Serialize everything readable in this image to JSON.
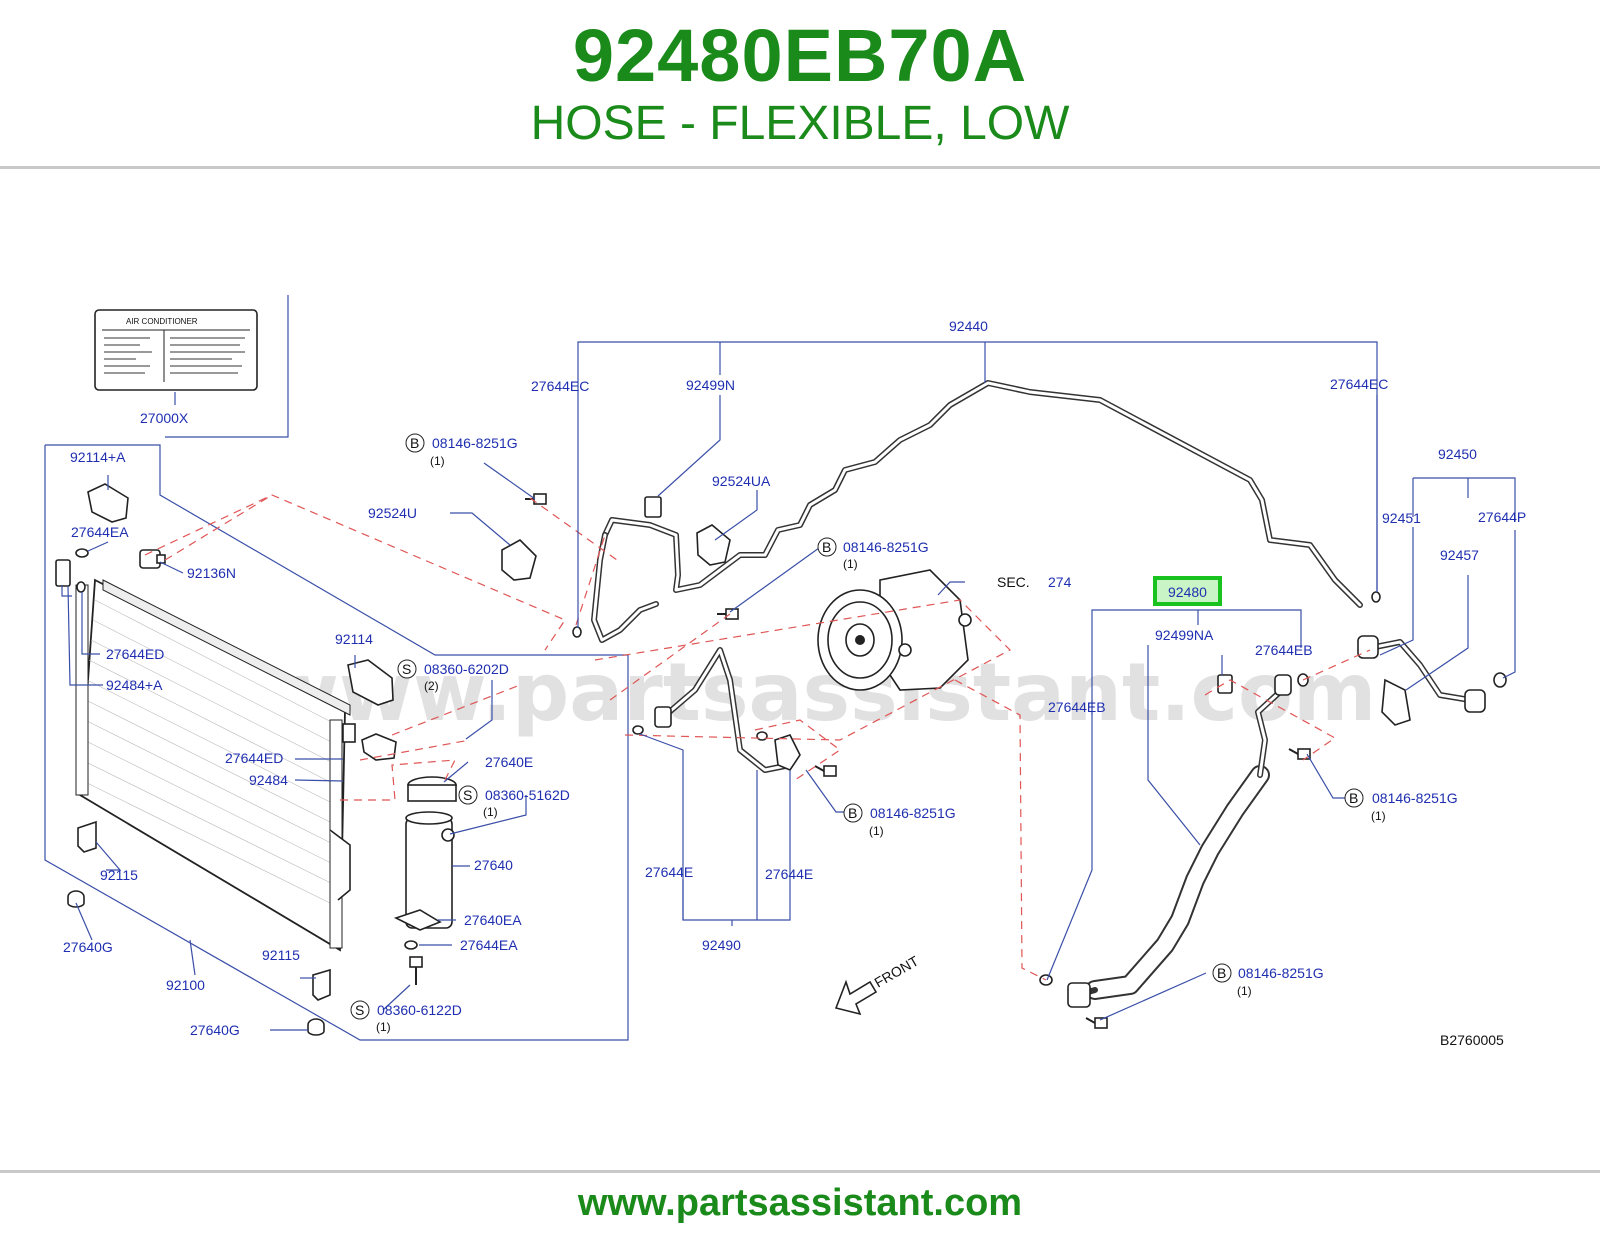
{
  "header": {
    "part_number": "92480EB70A",
    "description": "HOSE - FLEXIBLE, LOW"
  },
  "colors": {
    "title_green": "#1a8a1a",
    "label_blue": "#1f2fb0",
    "leader_red": "#e05555",
    "highlight_green": "#19c21f"
  },
  "watermark": "www.partsassistant.com",
  "diagram": {
    "figure_code": "B2760005",
    "front_label": "FRONT",
    "label_sticker": {
      "title": "AIR    CONDITIONER",
      "part": "27000X"
    },
    "sec_prefix": "SEC.",
    "sec_number": "274",
    "highlight_part": "92480",
    "bolt_b": "B",
    "bolt_s": "S",
    "labels": {
      "p92440": "92440",
      "p27644EC_l": "27644EC",
      "p92499N": "92499N",
      "p27644EC_r": "27644EC",
      "p08146_1": "08146-8251G",
      "p92524UA": "92524UA",
      "p92524U": "92524U",
      "p08146_2": "08146-8251G",
      "p92450": "92450",
      "p92451": "92451",
      "p27644P": "27644P",
      "p92457": "92457",
      "p92114A": "92114+A",
      "p27644EA_t": "27644EA",
      "p92136N": "92136N",
      "p27644ED_l": "27644ED",
      "p92484A": "92484+A",
      "p92114": "92114",
      "p08360_6202": "08360-6202D",
      "p27644ED_c": "27644ED",
      "p92484": "92484",
      "p27640E": "27640E",
      "p08360_5162": "08360-5162D",
      "p27640": "27640",
      "p27640EA": "27640EA",
      "p27644EA_b": "27644EA",
      "p92115_l": "92115",
      "p27640G_l": "27640G",
      "p92100": "92100",
      "p92115_r": "92115",
      "p08360_6122": "08360-6122D",
      "p27640G_b": "27640G",
      "p08146_3": "08146-8251G",
      "p27644E_l": "27644E",
      "p27644E_r": "27644E",
      "p92490": "92490",
      "p92499NA": "92499NA",
      "p27644EB_r": "27644EB",
      "p27644EB_l": "27644EB",
      "p08146_4": "08146-8251G",
      "p08146_5": "08146-8251G"
    },
    "qty": {
      "q1": "(1)",
      "q2": "(1)",
      "q3": "(2)",
      "q4": "(1)",
      "q5": "(1)",
      "q6": "(1)",
      "q7": "(1)",
      "q8": "(1)"
    }
  },
  "footer": {
    "url": "www.partsassistant.com"
  }
}
